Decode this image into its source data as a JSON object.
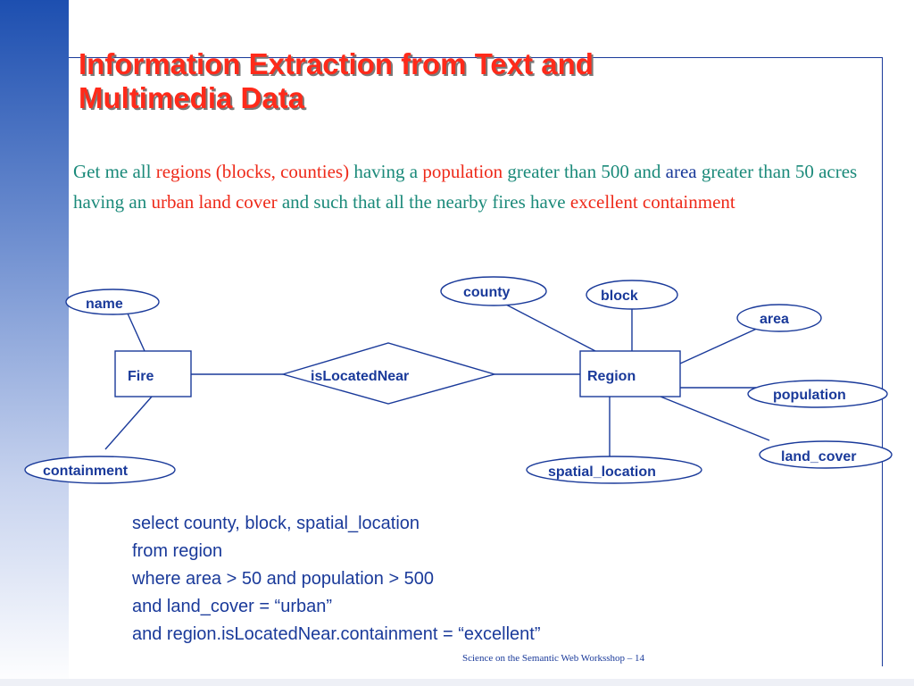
{
  "slide": {
    "title_line1": "Information Extraction from Text and",
    "title_line2": "Multimedia Data",
    "prompt": [
      {
        "text": "Get me all ",
        "style": "normal"
      },
      {
        "text": "regions (blocks, counties)",
        "style": "highlight"
      },
      {
        "text": " having a ",
        "style": "normal"
      },
      {
        "text": "population",
        "style": "highlight"
      },
      {
        "text": " greater than 500 and ",
        "style": "normal"
      },
      {
        "text": "area",
        "style": "area"
      },
      {
        "text": " greater than 50 acres having an ",
        "style": "normal"
      },
      {
        "text": "urban land cover",
        "style": "highlight"
      },
      {
        "text": " and such that all the nearby fires have ",
        "style": "normal"
      },
      {
        "text": "excellent containment",
        "style": "highlight"
      }
    ],
    "footer": "Science on the Semantic Web Worksshop – 14"
  },
  "diagram": {
    "entities": {
      "fire": "Fire",
      "region": "Region"
    },
    "relationship": "isLocatedNear",
    "attributes": {
      "name": "name",
      "containment": "containment",
      "county": "county",
      "block": "block",
      "area": "area",
      "population": "population",
      "land_cover": "land_cover",
      "spatial_location": "spatial_location"
    }
  },
  "sql": [
    "select county, block, spatial_location",
    "from region",
    "where area > 50 and population > 500",
    "and land_cover = “urban”",
    "and region.isLocatedNear.containment = “excellent”"
  ],
  "colors": {
    "title": "#ff2a1a",
    "prompt_text": "#1b8a7a",
    "prompt_highlight": "#ee2a1a",
    "diagram": "#1a3a9a"
  }
}
